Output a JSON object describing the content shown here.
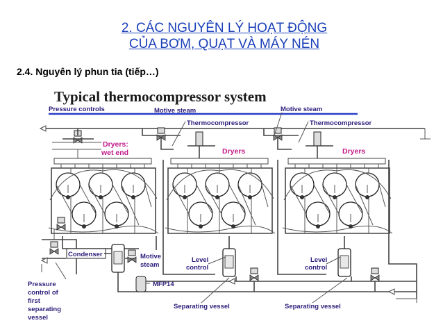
{
  "slide": {
    "title_line1": "2. CÁC NGUYÊN LÝ HOẠT ĐỘNG",
    "title_line2": "CỦA BƠM, QUẠT VÀ MÁY NÉN",
    "subtitle": "2.4. Nguyên lý phun tia (tiếp…)"
  },
  "diagram": {
    "heading": "Typical thermocompressor system",
    "labels": {
      "pressure_controls": "Pressure controls",
      "motive_steam_1": "Motive steam",
      "motive_steam_2": "Motive steam",
      "thermocompressor_1": "Thermocompressor",
      "thermocompressor_2": "Thermocompressor",
      "dryers_wet_end_1": "Dryers:",
      "dryers_wet_end_2": "wet end",
      "dryers_2": "Dryers",
      "dryers_3": "Dryers",
      "condenser": "Condenser",
      "motive_steam_low_1": "Motive",
      "motive_steam_low_2": "steam",
      "level_control_1a": "Level",
      "level_control_1b": "control",
      "level_control_2a": "Level",
      "level_control_2b": "control",
      "mfp14": "MFP14",
      "pressure_control_first_1": "Pressure",
      "pressure_control_first_2": "control of",
      "pressure_control_first_3": "first",
      "pressure_control_first_4": "separating",
      "pressure_control_first_5": "vessel",
      "separating_vessel_1": "Separating vessel",
      "separating_vessel_2": "Separating vessel"
    },
    "colors": {
      "title_blue": "#1a3fb8",
      "rule_blue": "#2a3ec8",
      "dryer_label": "#c21b8a",
      "label_text": "#2a1e7a"
    }
  }
}
